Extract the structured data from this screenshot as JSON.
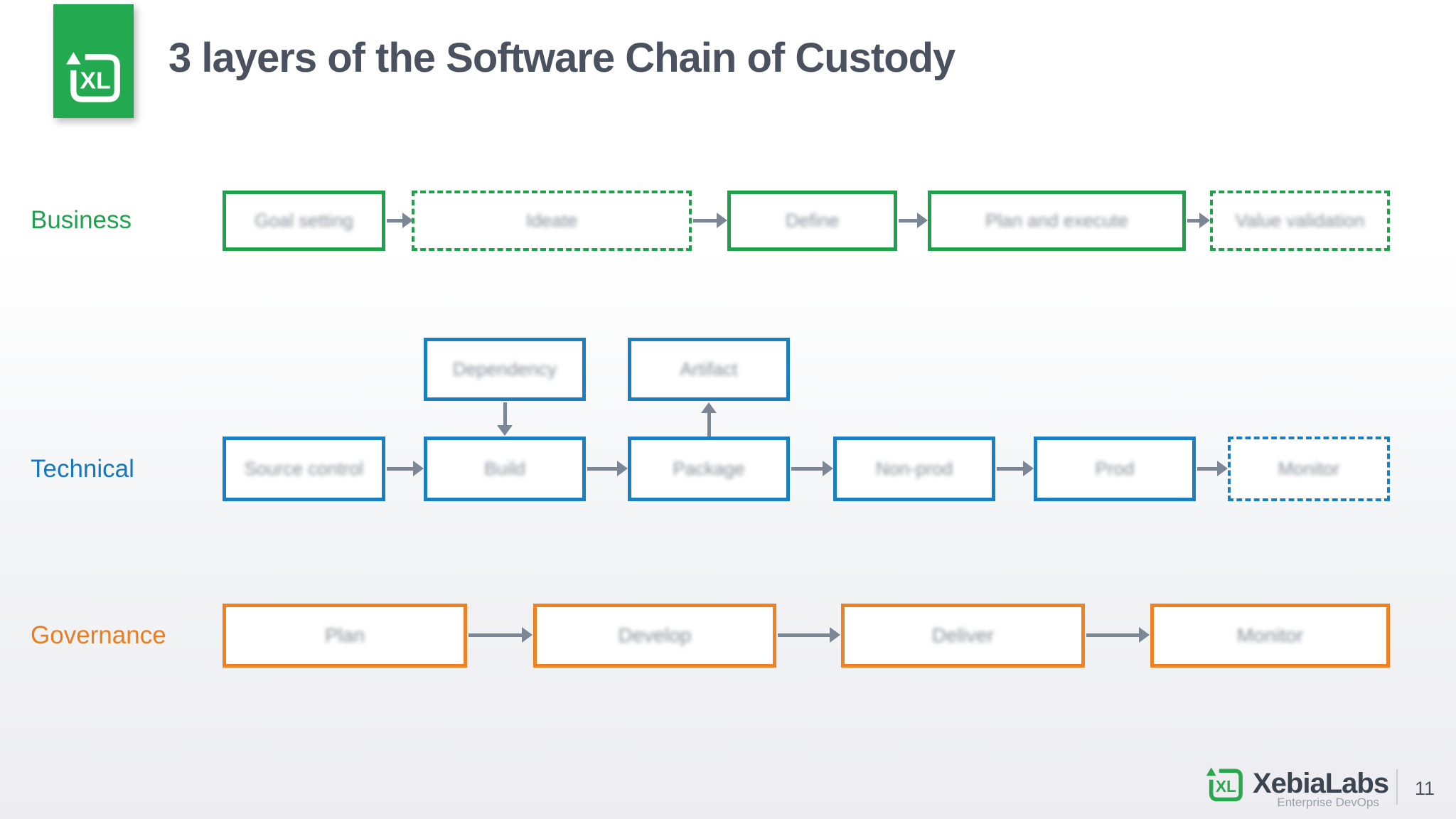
{
  "header": {
    "title": "3 layers of the Software Chain of Custody",
    "logo_mark": "XL"
  },
  "colors": {
    "business_green": "#1fa14c",
    "technical_blue": "#1b7ec0",
    "governance_orange": "#ee8222",
    "arrow_gray": "#7b8794",
    "title_text": "#4a5260",
    "logo_green": "#23a94f",
    "box_label_gray": "#878e98"
  },
  "rows": [
    {
      "label": "Business",
      "boxes": [
        {
          "label": "Goal setting",
          "border": "solid"
        },
        {
          "label": "Ideate",
          "border": "dashed"
        },
        {
          "label": "Define",
          "border": "solid"
        },
        {
          "label": "Plan and execute",
          "border": "solid"
        },
        {
          "label": "Value validation",
          "border": "dashed"
        }
      ]
    },
    {
      "label": "Technical",
      "upper_boxes": [
        {
          "label": "Dependency",
          "border": "solid"
        },
        {
          "label": "Artifact",
          "border": "solid"
        }
      ],
      "boxes": [
        {
          "label": "Source control",
          "border": "solid"
        },
        {
          "label": "Build",
          "border": "solid"
        },
        {
          "label": "Package",
          "border": "solid"
        },
        {
          "label": "Non-prod",
          "border": "solid"
        },
        {
          "label": "Prod",
          "border": "solid"
        },
        {
          "label": "Monitor",
          "border": "dashed"
        }
      ]
    },
    {
      "label": "Governance",
      "boxes": [
        {
          "label": "Plan",
          "border": "solid"
        },
        {
          "label": "Develop",
          "border": "solid"
        },
        {
          "label": "Deliver",
          "border": "solid"
        },
        {
          "label": "Monitor",
          "border": "solid"
        }
      ]
    }
  ],
  "footer": {
    "brand": "XebiaLabs",
    "tagline": "Enterprise DevOps",
    "page_number": "11",
    "logo_mark": "XL"
  }
}
